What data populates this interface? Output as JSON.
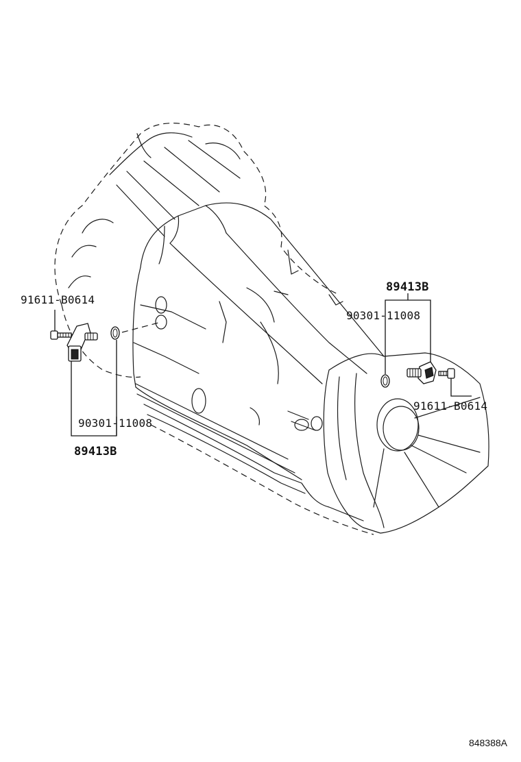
{
  "labels": {
    "left_bolt": "91611-B0614",
    "left_oring": "90301-11008",
    "left_sensor": "89413B",
    "right_sensor": "89413B",
    "right_oring": "90301-11008",
    "right_bolt": "91611-B0614"
  },
  "reference_code": "848388A"
}
